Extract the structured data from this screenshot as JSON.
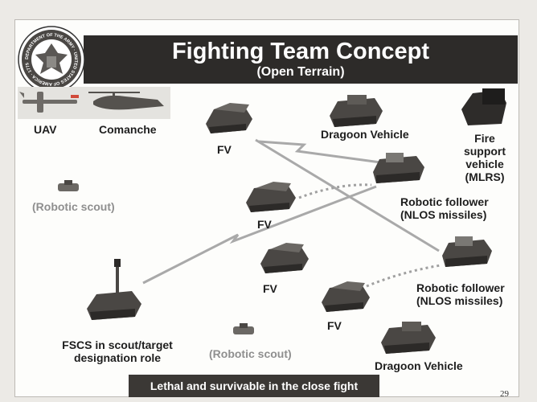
{
  "header": {
    "title": "Fighting Team Concept",
    "subtitle": "(Open Terrain)"
  },
  "seal_text": "DEPARTMENT OF THE ARMY · UNITED STATES OF AMERICA · 1775",
  "labels": {
    "uav": "UAV",
    "comanche": "Comanche",
    "fv_top": "FV",
    "dragoon_top": "Dragoon Vehicle",
    "fire_support": [
      "Fire",
      "support",
      "vehicle",
      "(MLRS)"
    ],
    "robotic_scout_left": "(Robotic scout)",
    "robotic_follower_1": [
      "Robotic follower",
      "(NLOS missiles)"
    ],
    "fv_mid": "FV",
    "robotic_follower_2": [
      "Robotic follower",
      "(NLOS missiles)"
    ],
    "fv_lower": "FV",
    "fv_bottom": "FV",
    "fscs": [
      "FSCS in scout/target",
      "designation role"
    ],
    "robotic_scout_bottom": "(Robotic scout)",
    "dragoon_bottom": "Dragoon Vehicle"
  },
  "footer": "Lethal and survivable in the close fight",
  "page_number": "29",
  "colors": {
    "title_bar": "#2d2b29",
    "footer_bar": "#3b3835",
    "link_lines": "#a9a9a9",
    "grey_label": "#8f8f8f"
  }
}
